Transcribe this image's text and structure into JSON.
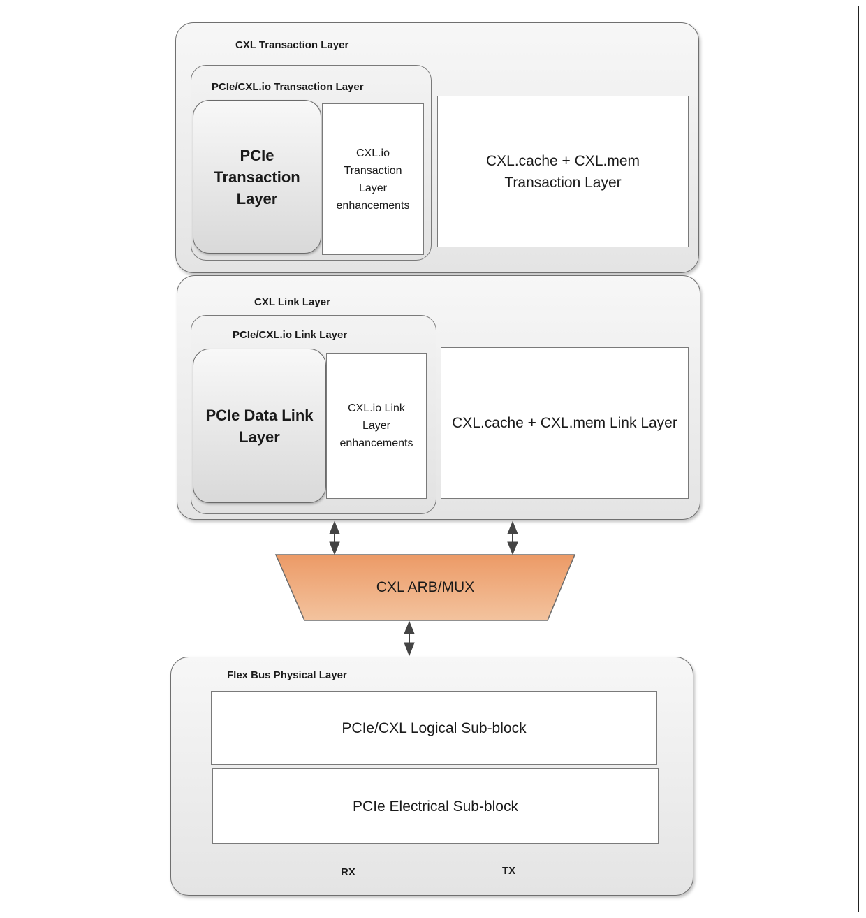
{
  "transaction": {
    "title": "CXL Transaction Layer",
    "pcie_io_title": "PCIe/CXL.io Transaction Layer",
    "pcie_block": "PCIe Transaction Layer",
    "io_enh": "CXL.io Transaction Layer enhancements",
    "cache_mem": "CXL.cache + CXL.mem Transaction Layer"
  },
  "link": {
    "title": "CXL Link Layer",
    "pcie_io_title": "PCIe/CXL.io Link Layer",
    "pcie_block": "PCIe Data Link Layer",
    "io_enh": "CXL.io Link Layer enhancements",
    "cache_mem": "CXL.cache + CXL.mem Link Layer"
  },
  "arbmux": {
    "label": "CXL ARB/MUX",
    "fill_color": "#f0b48c"
  },
  "phy": {
    "title": "Flex Bus Physical Layer",
    "logical": "PCIe/CXL Logical Sub-block",
    "electrical": "PCIe Electrical Sub-block",
    "rx": "RX",
    "tx": "TX"
  }
}
